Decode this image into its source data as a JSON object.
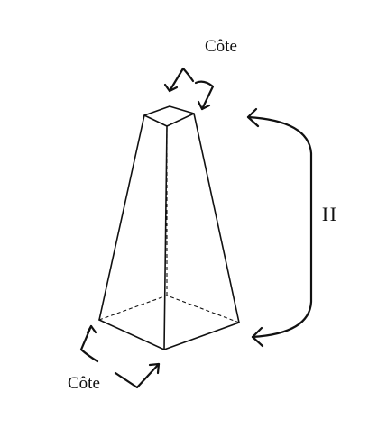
{
  "labels": {
    "top_side": "Côte",
    "bottom_side": "Côte",
    "height": "H"
  },
  "colors": {
    "ink": "#111111",
    "background": "#ffffff"
  }
}
